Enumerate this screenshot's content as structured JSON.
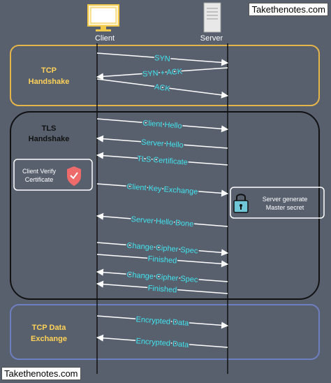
{
  "watermark": "Takethenotes.com",
  "actors": {
    "client": "Client",
    "server": "Server"
  },
  "phases": {
    "tcp": {
      "line1": "TCP",
      "line2": "Handshake"
    },
    "tls": {
      "line1": "TLS",
      "line2": "Handshake"
    },
    "data": {
      "line1": "TCP Data",
      "line2": "Exchange"
    }
  },
  "notes": {
    "client_verify": {
      "line1": "Client Verify",
      "line2": "Certificate",
      "icon": "shield-check-icon"
    },
    "server_generate": {
      "line1": "Server generate",
      "line2": "Master secret",
      "icon": "padlock-icon"
    }
  },
  "messages": [
    {
      "label": "SYN",
      "direction": "client-to-server"
    },
    {
      "label": "SYN + ACK",
      "direction": "server-to-client"
    },
    {
      "label": "ACK",
      "direction": "client-to-server"
    },
    {
      "label": "Client Hello",
      "direction": "client-to-server"
    },
    {
      "label": "Server Hello",
      "direction": "server-to-client"
    },
    {
      "label": "TLS Certificate",
      "direction": "server-to-client"
    },
    {
      "label": "Client Key Exchange",
      "direction": "client-to-server"
    },
    {
      "label": "Server Hello Done",
      "direction": "server-to-client"
    },
    {
      "label": "Change Cipher Spec",
      "direction": "client-to-server"
    },
    {
      "label": "Finished",
      "direction": "client-to-server"
    },
    {
      "label": "Change Cipher Spec",
      "direction": "server-to-client"
    },
    {
      "label": "Finished",
      "direction": "server-to-client"
    },
    {
      "label": "Encrypted Data",
      "direction": "client-to-server"
    },
    {
      "label": "Encrypted Data",
      "direction": "server-to-client"
    }
  ],
  "colors": {
    "background": "#58606e",
    "tcp_box": "#e5b54a",
    "tls_box": "#111111",
    "data_box": "#6d7fbf",
    "phase_text": "#ffd257",
    "message_text": "#40e6f0",
    "arrow": "#ffffff",
    "shield": "#ef6a6a"
  }
}
